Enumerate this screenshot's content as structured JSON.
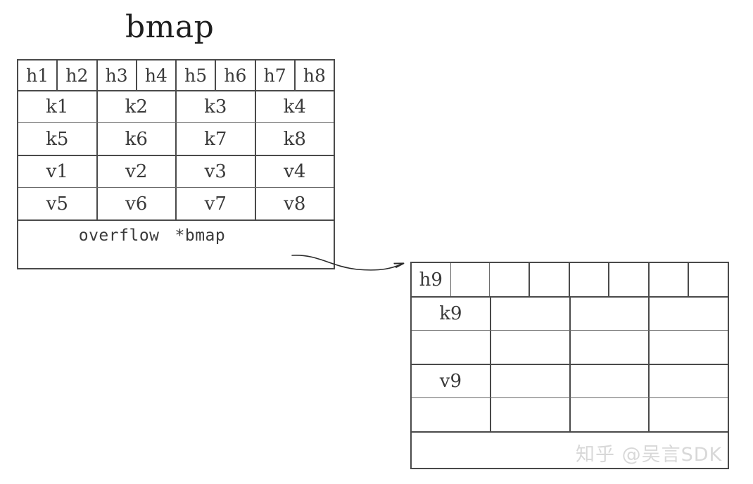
{
  "diagram": {
    "title": "bmap",
    "bmap_struct": {
      "name": "bmap-struct",
      "tophash_row": [
        "h1",
        "h2",
        "h3",
        "h4",
        "h5",
        "h6",
        "h7",
        "h8"
      ],
      "key_rows": [
        [
          "k1",
          "k2",
          "k3",
          "k4"
        ],
        [
          "k5",
          "k6",
          "k7",
          "k8"
        ]
      ],
      "value_rows": [
        [
          "v1",
          "v2",
          "v3",
          "v4"
        ],
        [
          "v5",
          "v6",
          "v7",
          "v8"
        ]
      ],
      "overflow_label": "overflow",
      "overflow_type": "*bmap"
    },
    "overflow_struct": {
      "name": "overflow-bmap-struct",
      "tophash_row": [
        "h9",
        "",
        "",
        "",
        "",
        "",
        "",
        ""
      ],
      "key_rows": [
        [
          "k9",
          "",
          "",
          ""
        ],
        [
          "",
          "",
          "",
          ""
        ]
      ],
      "value_rows": [
        [
          "v9",
          "",
          "",
          ""
        ],
        [
          "",
          "",
          "",
          ""
        ]
      ],
      "overflow_label": "",
      "overflow_type": ""
    },
    "connector": {
      "name": "overflow-pointer-arrow",
      "from": "overflow *bmap",
      "to": "h9"
    },
    "watermark": "知乎 @吴言SDK",
    "colors": {
      "background": "#ffffff",
      "border": "#4a4a4a",
      "border_thin": "#6b6b6b",
      "text": "#3a3a3a",
      "title": "#1e1e1e",
      "watermark": "#d8d8d8"
    }
  }
}
